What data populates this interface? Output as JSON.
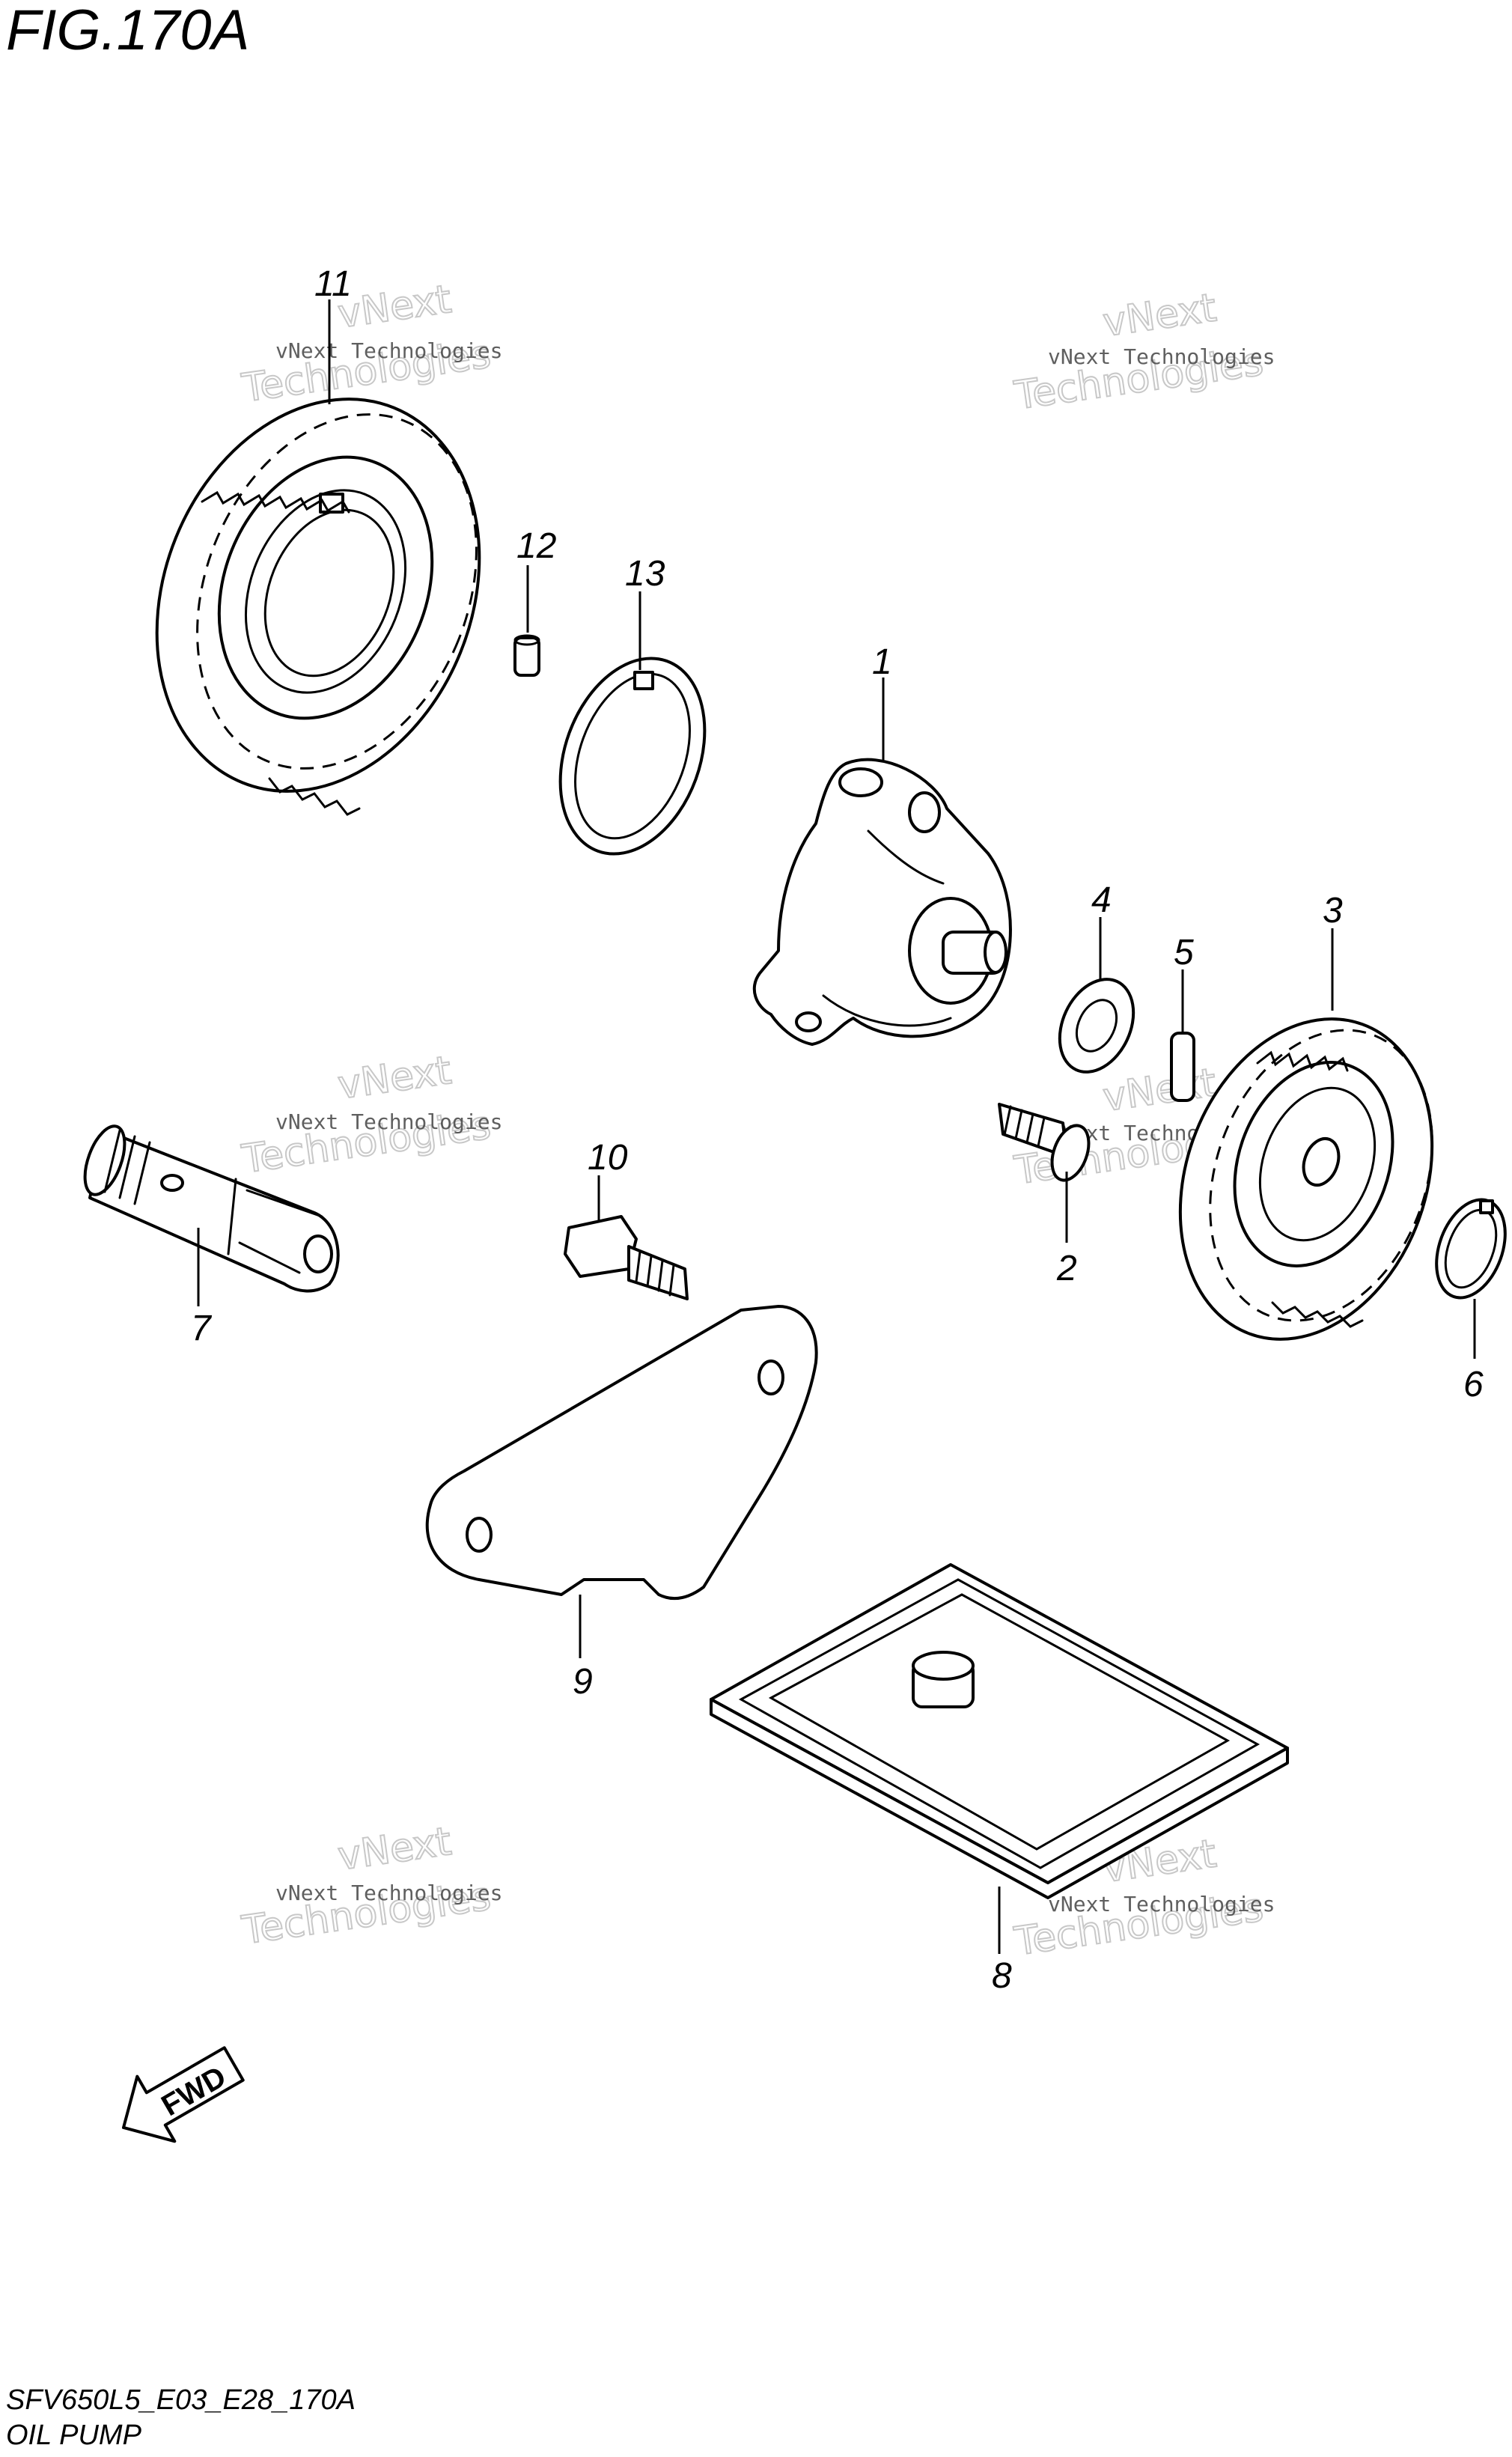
{
  "figure": {
    "title": "FIG.170A",
    "model_code": "SFV650L5_E03_E28_170A",
    "section_name": "OIL PUMP"
  },
  "callouts": [
    {
      "id": "p1",
      "label": "1"
    },
    {
      "id": "p2",
      "label": "2"
    },
    {
      "id": "p3",
      "label": "3"
    },
    {
      "id": "p4",
      "label": "4"
    },
    {
      "id": "p5",
      "label": "5"
    },
    {
      "id": "p6",
      "label": "6"
    },
    {
      "id": "p7",
      "label": "7"
    },
    {
      "id": "p8",
      "label": "8"
    },
    {
      "id": "p9",
      "label": "9"
    },
    {
      "id": "p10",
      "label": "10"
    },
    {
      "id": "p11",
      "label": "11"
    },
    {
      "id": "p12",
      "label": "12"
    },
    {
      "id": "p13",
      "label": "13"
    }
  ],
  "direction_arrow": {
    "label": "FWD",
    "icon": "fwd-arrow-icon"
  },
  "watermark": {
    "line1": "vNext Technologies",
    "line2": "vNext",
    "line3": "Technologies"
  },
  "colors": {
    "ink": "#000000",
    "background": "#ffffff",
    "watermark": "#c8c8c8"
  }
}
